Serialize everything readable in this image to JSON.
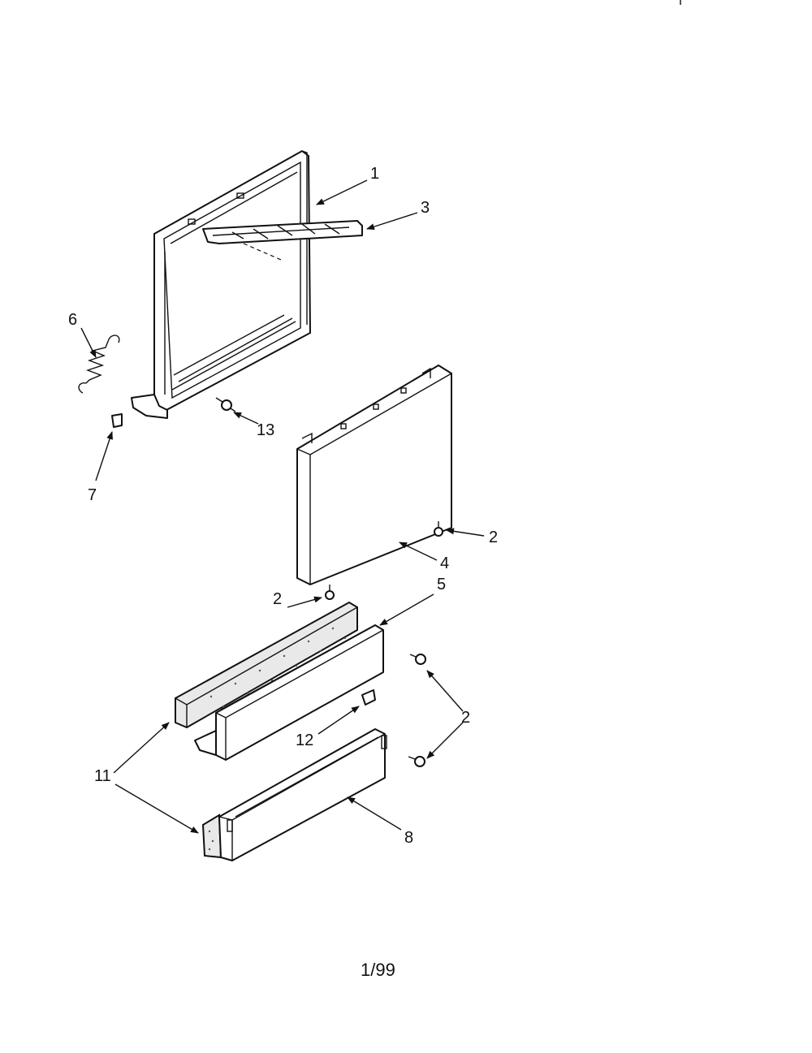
{
  "diagram": {
    "callouts": {
      "c1": "1",
      "c2a": "2",
      "c2b": "2",
      "c2c": "2",
      "c3": "3",
      "c4": "4",
      "c5": "5",
      "c6": "6",
      "c7": "7",
      "c8": "8",
      "c11": "11",
      "c12": "12",
      "c13": "13"
    },
    "page_label": "1/99"
  }
}
